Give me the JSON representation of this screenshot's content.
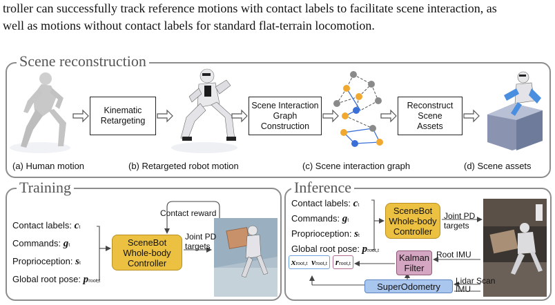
{
  "intro_lines": [
    "troller can successfully track reference motions with contact labels to facilitate scene interaction, as",
    "well as motions without contact labels for standard flat-terrain locomotion."
  ],
  "scene": {
    "title": "Scene reconstruction",
    "box_retarget": [
      "Kinematic",
      "Retargeting"
    ],
    "box_graph": [
      "Scene Interaction",
      "Graph",
      "Construction"
    ],
    "box_reconstruct": [
      "Reconstruct",
      "Scene",
      "Assets"
    ],
    "captions": {
      "a": "(a) Human motion",
      "b": "(b) Retargeted robot motion",
      "c": "(c) Scene interaction graph",
      "d": "(d) Scene assets"
    }
  },
  "training": {
    "title": "Training",
    "contact_reward": "Contact reward",
    "inputs": [
      {
        "label": "Contact labels:",
        "var": "c",
        "sub": "t"
      },
      {
        "label": "Commands:",
        "var": "g",
        "sub": "t"
      },
      {
        "label": "Proprioception:",
        "var": "s",
        "sub": "t"
      },
      {
        "label": "Global root pose:",
        "var": "p",
        "sub": "root,t"
      }
    ],
    "controller": [
      "SceneBot",
      "Whole-body",
      "Controller"
    ],
    "joint_pd": [
      "Joint PD",
      "targets"
    ]
  },
  "inference": {
    "title": "Inference",
    "inputs": [
      {
        "label": "Contact labels:",
        "var": "c",
        "sub": "t"
      },
      {
        "label": "Commands:",
        "var": "g",
        "sub": "t"
      },
      {
        "label": "Proprioception:",
        "var": "s",
        "sub": "t"
      },
      {
        "label": "Global root pose:",
        "var": "p",
        "sub": "root,t"
      }
    ],
    "controller": [
      "SceneBot",
      "Whole-body",
      "Controller"
    ],
    "joint_pd": [
      "Joint PD",
      "targets"
    ],
    "kalman": [
      "Kalman",
      "Filter"
    ],
    "root_imu": "Root IMU",
    "superodometry": "SuperOdometry",
    "lidar": "Lidar Scan",
    "imu": "IMU",
    "state_vars": [
      {
        "var": "x",
        "sub": "root,t"
      },
      {
        "var": "v",
        "sub": "root,t"
      },
      {
        "var": "r",
        "sub": "root,t"
      }
    ]
  },
  "colors": {
    "controller": "#ecc040",
    "kalman": "#d5a6c2",
    "superodometry": "#a9c6ef",
    "node_gray": "#8a8a8a",
    "node_orange": "#f0a830",
    "node_blue": "#3a6fd8"
  }
}
